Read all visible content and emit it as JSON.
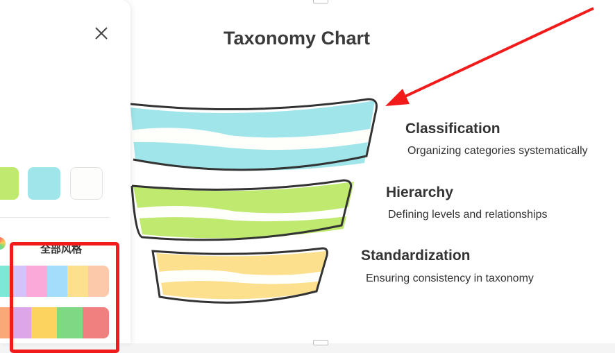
{
  "panel": {
    "swatch_colors": [
      "#bfe96f",
      "#a0e5ea",
      "#fdfdfb"
    ],
    "style_section_title": "全部风格",
    "palettes": [
      {
        "colors": [
          "#7ee8d6",
          "#d5c2fb",
          "#fba9d8",
          "#a4dcfb",
          "#fde08e",
          "#fdc9ab"
        ]
      },
      {
        "colors": [
          "#f9a878",
          "#dca6e8",
          "#fcd35e",
          "#7fd883",
          "#f08080"
        ]
      }
    ]
  },
  "chart": {
    "title": "Taxonomy Chart",
    "levels": [
      {
        "label": "Classification",
        "description": "Organizing categories systematically",
        "color": "#a0e5ea"
      },
      {
        "label": "Hierarchy",
        "description": "Defining levels and relationships",
        "color": "#bfe96f"
      },
      {
        "label": "Standardization",
        "description": "Ensuring consistency in taxonomy",
        "color": "#fde08e"
      }
    ]
  },
  "annotation_color": "#f21b1b"
}
